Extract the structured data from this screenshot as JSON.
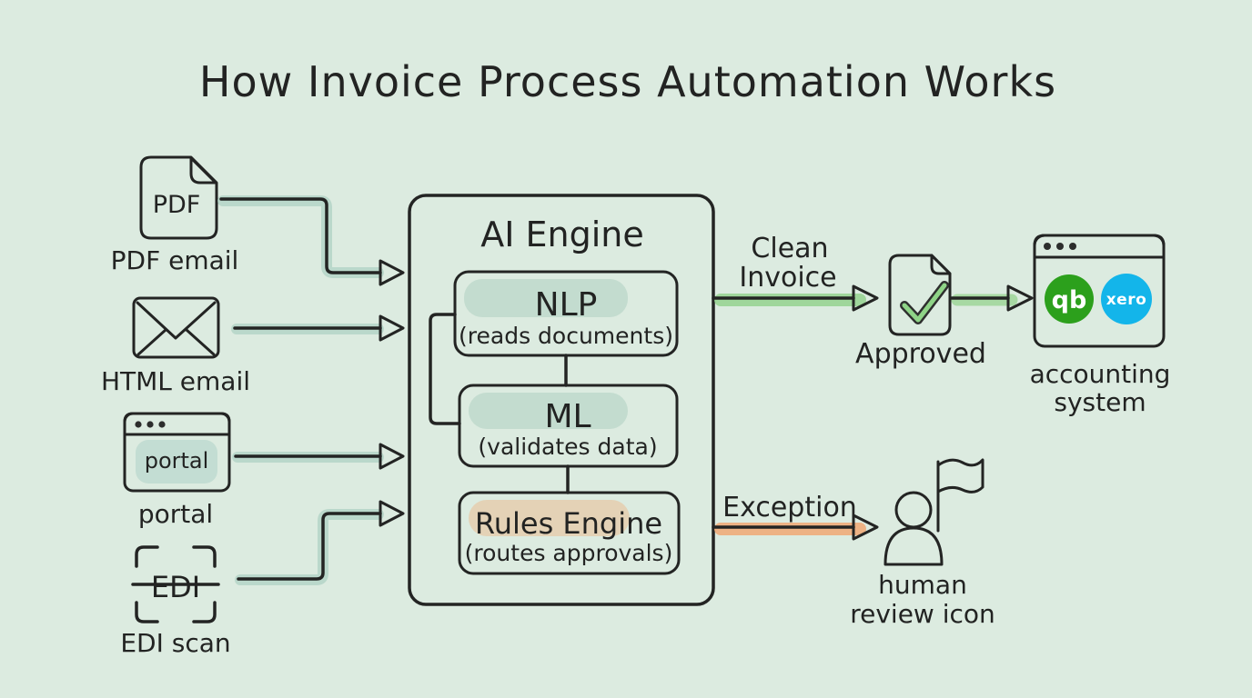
{
  "title": "How Invoice Process Automation Works",
  "colors": {
    "background": "#dcebe0",
    "ink": "#232423",
    "teal_fill": "#bedad0",
    "teal_shade": "#a3c9ba",
    "orange_fill": "#f7c69d",
    "orange_shade": "#f0ad79",
    "approved_green_fill": "#d0eac5",
    "check_green": "#8fd487",
    "arrow_green": "#90d189",
    "arrow_orange": "#f0a873",
    "browser_header_teal": "#a9cfc3",
    "quickbooks_green": "#2ca01c",
    "xero_blue": "#13b5ea",
    "human_fill": "#f6b285",
    "flag_fill": "#ef9156"
  },
  "inputs": [
    {
      "id": "pdf-email",
      "icon": "pdf-document-icon",
      "icon_text": "PDF",
      "label": "PDF email"
    },
    {
      "id": "html-email",
      "icon": "envelope-icon",
      "icon_text": "",
      "label": "HTML email"
    },
    {
      "id": "portal",
      "icon": "browser-window-icon",
      "icon_text": "portal",
      "label": "portal"
    },
    {
      "id": "edi-scan",
      "icon": "scan-frame-icon",
      "icon_text": "EDI",
      "label": "EDI scan"
    }
  ],
  "engine": {
    "title": "AI Engine",
    "modules": [
      {
        "name": "NLP",
        "subtitle": "(reads documents)",
        "color": "teal"
      },
      {
        "name": "ML",
        "subtitle": "(validates data)",
        "color": "teal"
      },
      {
        "name": "Rules Engine",
        "subtitle": "(routes approvals)",
        "color": "orange"
      }
    ]
  },
  "flows": {
    "clean_invoice": {
      "line1": "Clean",
      "line2": "Invoice"
    },
    "approved_label": "Approved",
    "exception_label": "Exception"
  },
  "accounting": {
    "logos": [
      {
        "name": "quickbooks",
        "text": "qb"
      },
      {
        "name": "xero",
        "text": "xero"
      }
    ],
    "label_line1": "accounting",
    "label_line2": "system"
  },
  "human_review": {
    "line1": "human",
    "line2": "review icon"
  }
}
